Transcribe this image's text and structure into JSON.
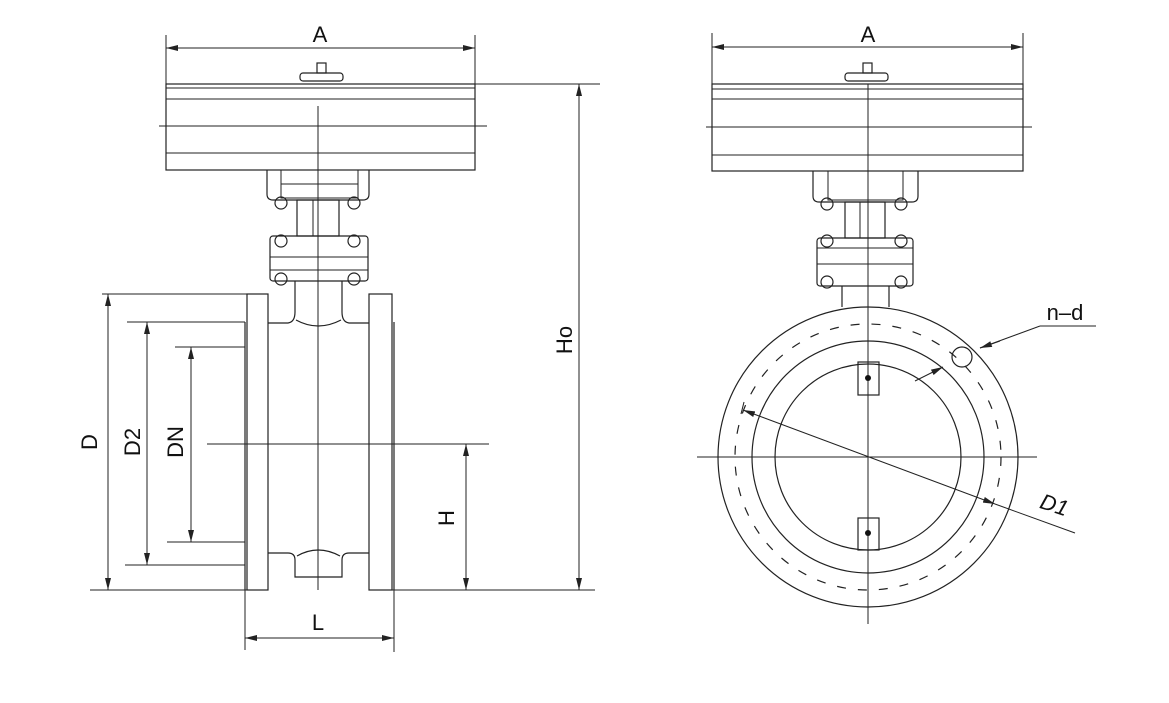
{
  "drawing": {
    "title": "Flanged butterfly valve with actuator - dimension drawing",
    "front_view": {
      "labels": {
        "A": "A",
        "Ho": "Ho",
        "D": "D",
        "D2": "D2",
        "DN": "DN",
        "H": "H",
        "L": "L"
      }
    },
    "side_view": {
      "labels": {
        "A": "A",
        "D1": "D1",
        "n_d": "n–d"
      }
    },
    "line_color": "#222222"
  }
}
